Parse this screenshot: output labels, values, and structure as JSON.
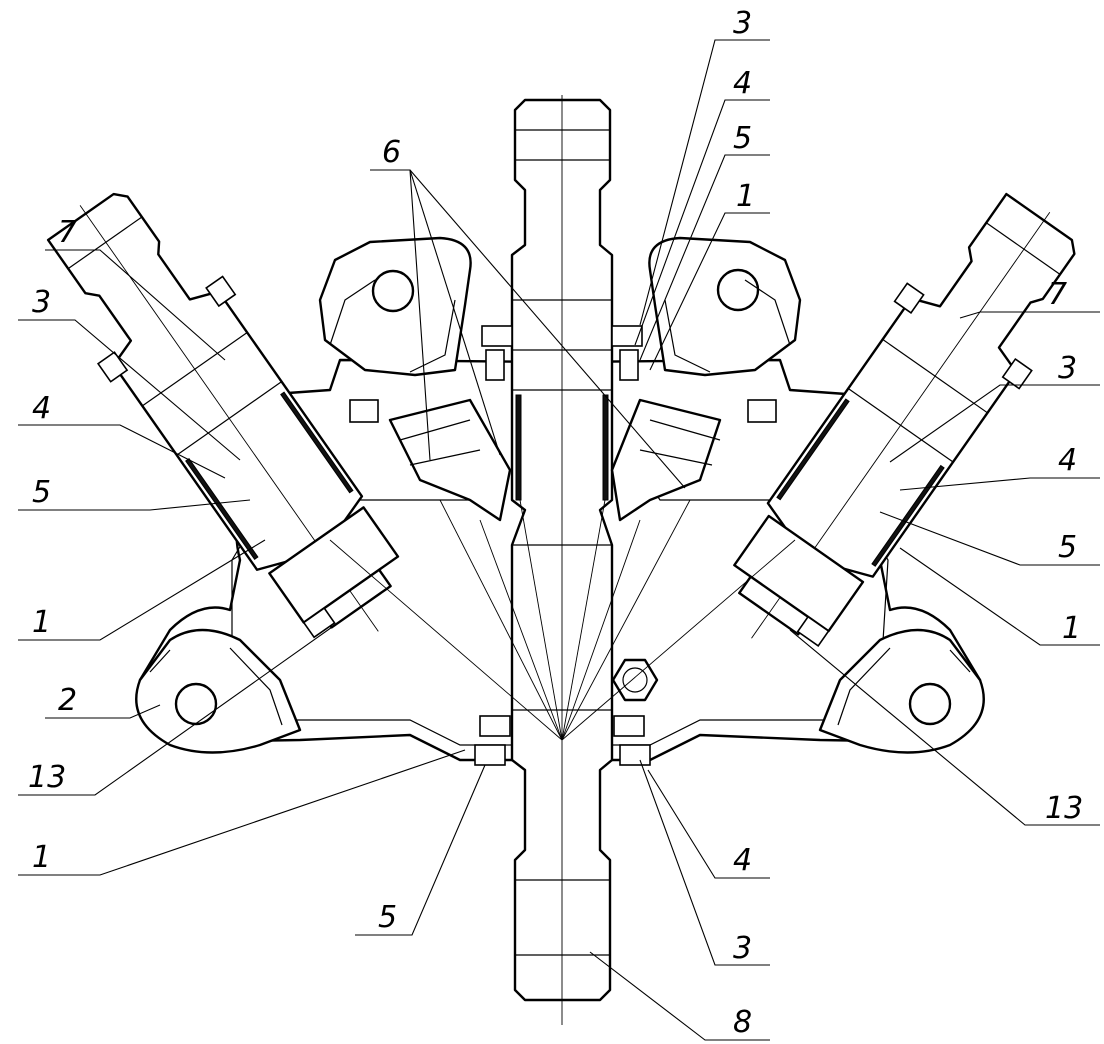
{
  "callouts": {
    "left": [
      "7",
      "3",
      "4",
      "5",
      "1",
      "2",
      "13"
    ],
    "right": [
      "7",
      "3",
      "4",
      "5",
      "1",
      "13"
    ],
    "top": [
      "3",
      "4",
      "5",
      "1",
      "6"
    ],
    "bottom": [
      "1",
      "5",
      "4",
      "3",
      "8"
    ]
  }
}
